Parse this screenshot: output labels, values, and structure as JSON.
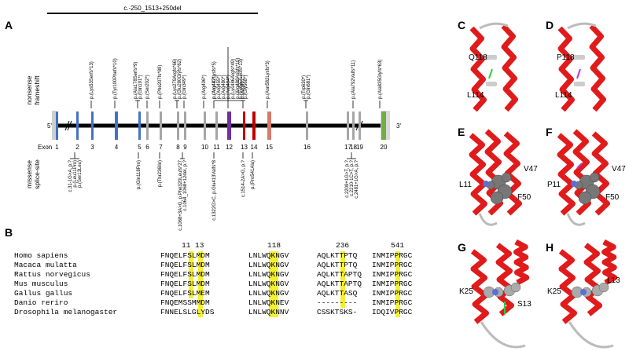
{
  "panels": {
    "A": "A",
    "B": "B",
    "C": "C",
    "D": "D",
    "E": "E",
    "F": "F",
    "G": "G",
    "H": "H"
  },
  "deletion": "c.-250_1513+250del",
  "side_labels": {
    "nonsense": "nonsense",
    "frameshift": "frameshift",
    "missense": "missense",
    "splice": "splice-site"
  },
  "five_prime": "5'",
  "three_prime": "3'",
  "exon_label": "Exon",
  "exons": [
    "1",
    "2",
    "3",
    "4",
    "5",
    "6",
    "7",
    "8",
    "9",
    "10",
    "11",
    "12",
    "13",
    "14",
    "15",
    "16",
    "17",
    "18",
    "19",
    "20"
  ],
  "top_labels": [
    "p.(Lys53Serfs*13)",
    "p.(Tyr100Phefs*10)",
    "p.(Ala178Serfs*9)",
    "p.(Gln191*)",
    "p.(Ser202*)",
    "p.(Phe207fs*89)",
    "p.(Lys279Argfs*66)",
    "p.(Glu280Glyfs*62)",
    "p.(Gln349*)",
    "p.(Arg406*)",
    "p.(Arg432Lysfs*5)",
    "p.(Arg447*)",
    "p.(Arg455*)",
    "p.(Arg480*)",
    "p.(Arg484*)",
    "p.(Lys486Argfs*49)",
    "p.(Arg488Aspfs*10)",
    "p.(Arg491*)",
    "p.(Tyr557Leufs*13)",
    "p.(Gly568*)",
    "p.(Asn582Lysfs*3)",
    "p.(Trp630*)",
    "p.(Gln681*)",
    "p.(Ala792Valfs*11)",
    "p.(Ala835Glyfs*63)"
  ],
  "bottom_labels": [
    "c.31-1G>A, p.?",
    "p.(Leu11Pro)",
    "p.(Ser13Leu)",
    "p.(Gln118Pro)",
    "p.(Thr236Ile)",
    "c.1068+3A>G, p.Phe320Leufs*27",
    "c.1064_1068+12del, p.?",
    "c.1322G>C, p.Glu413Valfs*8",
    "c.1514-2A>G, p.?",
    "p.(Pro541Ala)",
    "c.2209+1G>T, p.?",
    "c.2210-1C>T, p.?",
    "c.2481+1G>A, p.?"
  ],
  "alignment": {
    "positions": [
      "11",
      "13",
      "118",
      "236",
      "541"
    ],
    "species": [
      "Homo sapiens",
      "Macaca mulatta",
      "Rattus norvegicus",
      "Mus musculus",
      "Gallus gallus",
      "Danio reriro",
      "Drosophila melanogaster"
    ],
    "seq1": [
      "FNQELFSLMDM",
      "FNQELFSLMDM",
      "FNQELFSLMDM",
      "FNQELFSLMDM",
      "FNQELFSLMEM",
      "FNQEMSSMMDM",
      "FNNELSLGLYDS"
    ],
    "seq2": [
      "LNLWQKNGV",
      "LNLWQKNGV",
      "LNLWQKNGV",
      "LNLWQKNGV",
      "LNLWQKNGV",
      "LNLWQKNEV",
      "LNLWQKNNV"
    ],
    "seq3": [
      "AQLKTTPTQ",
      "AQLKTTPTQ",
      "AQLKTTAPTQ",
      "AQLKTTAPTQ",
      "AQLKTTASQ",
      "---------",
      "CSSKTSKS-"
    ],
    "seq4": [
      "INMIPPRGC",
      "INMIPPRGC",
      "INMIPPRGC",
      "INMIPPRGC",
      "INMIPPRGC",
      "INMIPPRGC",
      "IDQIVPRGC"
    ]
  },
  "structures": {
    "C": {
      "labels": [
        "Q118",
        "L114"
      ]
    },
    "D": {
      "labels": [
        "P118",
        "L114"
      ]
    },
    "E": {
      "labels": [
        "V47",
        "L11",
        "F50"
      ]
    },
    "F": {
      "labels": [
        "P11",
        "V47",
        "F50"
      ]
    },
    "G": {
      "labels": [
        "K25",
        "S13"
      ]
    },
    "H": {
      "labels": [
        "K25",
        "L13"
      ]
    }
  },
  "colors": {
    "blue": "#4472c4",
    "gray": "#a6a6a6",
    "purple": "#7030a0",
    "red": "#c00000",
    "green": "#70ad47",
    "helix": "#e01b1b",
    "highlight": "#f3f032"
  }
}
